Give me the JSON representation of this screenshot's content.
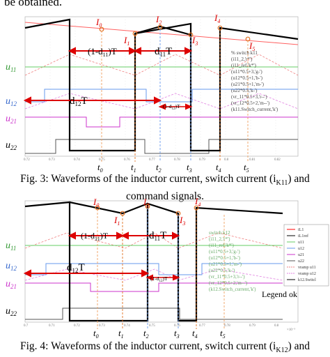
{
  "lead_text": "be obtained.",
  "colors": {
    "inductor": "#000000",
    "ref": "#ff0000",
    "u11": "#66cc66",
    "u12": "#6699ee",
    "u21": "#cc33cc",
    "u22": "#555555",
    "arrow": "#dd0000",
    "marker": "#e07020"
  },
  "fig3": {
    "signals": {
      "u11": "u",
      "u11_sub": "11",
      "u12": "u",
      "u12_sub": "12",
      "u21": "u",
      "u21_sub": "21",
      "u22": "u",
      "u22_sub": "22"
    },
    "points": {
      "I0": "I",
      "I0_sub": "0",
      "I1": "I",
      "I1_sub": "1",
      "I2": "I",
      "I2_sub": "2",
      "I3": "I",
      "I3_sub": "3",
      "I4": "I",
      "I4_sub": "4",
      "I5": "I",
      "I5_sub": "5"
    },
    "arrows": {
      "a1": "(1-d",
      "a1_sub": "11",
      "a1_end": ")T",
      "a2": "d",
      "a2_sub": "11",
      "a2_end": "T",
      "a3": "d",
      "a3_sub": "12",
      "a3_end": "T",
      "a4": "(1-d",
      "a4_sub": "12",
      "a4_end": ")T"
    },
    "times": {
      "t": "t",
      "t0": "0",
      "t1": "1",
      "t2": "2",
      "t3": "3",
      "t4": "4",
      "t5": "5"
    },
    "code": [
      "% switch k11",
      "(i11_2,'r*')",
      "(i11_ref,'k*')",
      "(u11*0.5+3,'g-')",
      "(u12*0.5+1,'b-')",
      "(u21*0.5+1,'m-')",
      "(u22*0.5,'k-')",
      "(vr_11*0.5+3,'r--')",
      "(vr_12*0.5+2,'m--')",
      "(k11.Switch_current,'k')"
    ],
    "ticks": [
      "0.72",
      "0.73",
      "0.74",
      "0.75",
      "0.76",
      "0.77",
      "0.78",
      "0.79",
      "0.8",
      "0.81",
      "0.82"
    ],
    "caption_line1": "Fig. 3: Waveforms of the inductor current, switch current (i",
    "caption_sub": "K11",
    "caption_end": ") and",
    "caption_line2": "command signals."
  },
  "fig4": {
    "signals": {
      "u11": "u",
      "u11_sub": "11",
      "u12": "u",
      "u12_sub": "12",
      "u21": "u",
      "u21_sub": "21",
      "u22": "u",
      "u22_sub": "22"
    },
    "points": {
      "I0": "I",
      "I0_sub": "0",
      "I1": "I",
      "I1_sub": "1",
      "I2": "I",
      "I2_sub": "2",
      "I3": "I",
      "I3_sub": "3",
      "I4": "I",
      "I4_sub": "4"
    },
    "arrows": {
      "a1": "(1-d",
      "a1_sub": "11",
      "a1_end": ")T",
      "a2": "d",
      "a2_sub": "11",
      "a2_end": "T",
      "a3": "d",
      "a3_sub": "12",
      "a3_end": "T",
      "a4": "(1-d",
      "a4_sub": "12",
      "a4_end": ")T"
    },
    "times": {
      "t": "t",
      "t0": "0",
      "t1": "1",
      "t2": "2",
      "t3": "3",
      "t4": "4",
      "t5": "5"
    },
    "code": [
      "switch k12",
      "(i11_2,'r*')",
      "(i11_ref,'k*')",
      "(u11*0.5+3,'g-')",
      "(u12*0.5+1,'b-')",
      "(u21*0.5+1,'m-')",
      "(u22*0.5,'k-')",
      "(vr_11*0.5+3,'r--')",
      "(vr_12*0.5+2,'m--')",
      "(k12.Switch_current,'k')"
    ],
    "legend": [
      "iL1",
      "iL1ref",
      "u11",
      "u12",
      "u21",
      "u22",
      "vramp u11",
      "vramp u12",
      "k12.Switcl"
    ],
    "legend_note": "Legend ok",
    "ticks": [
      "0.7",
      "0.71",
      "0.72",
      "0.73",
      "0.74",
      "0.75",
      "0.76",
      "0.77",
      "0.78",
      "0.79",
      "0.8"
    ],
    "axis_exp": "×10⁻³",
    "caption_line1": "Fig. 4: Waveforms of the inductor current, switch current (i",
    "caption_sub": "K12",
    "caption_end": ") and"
  }
}
